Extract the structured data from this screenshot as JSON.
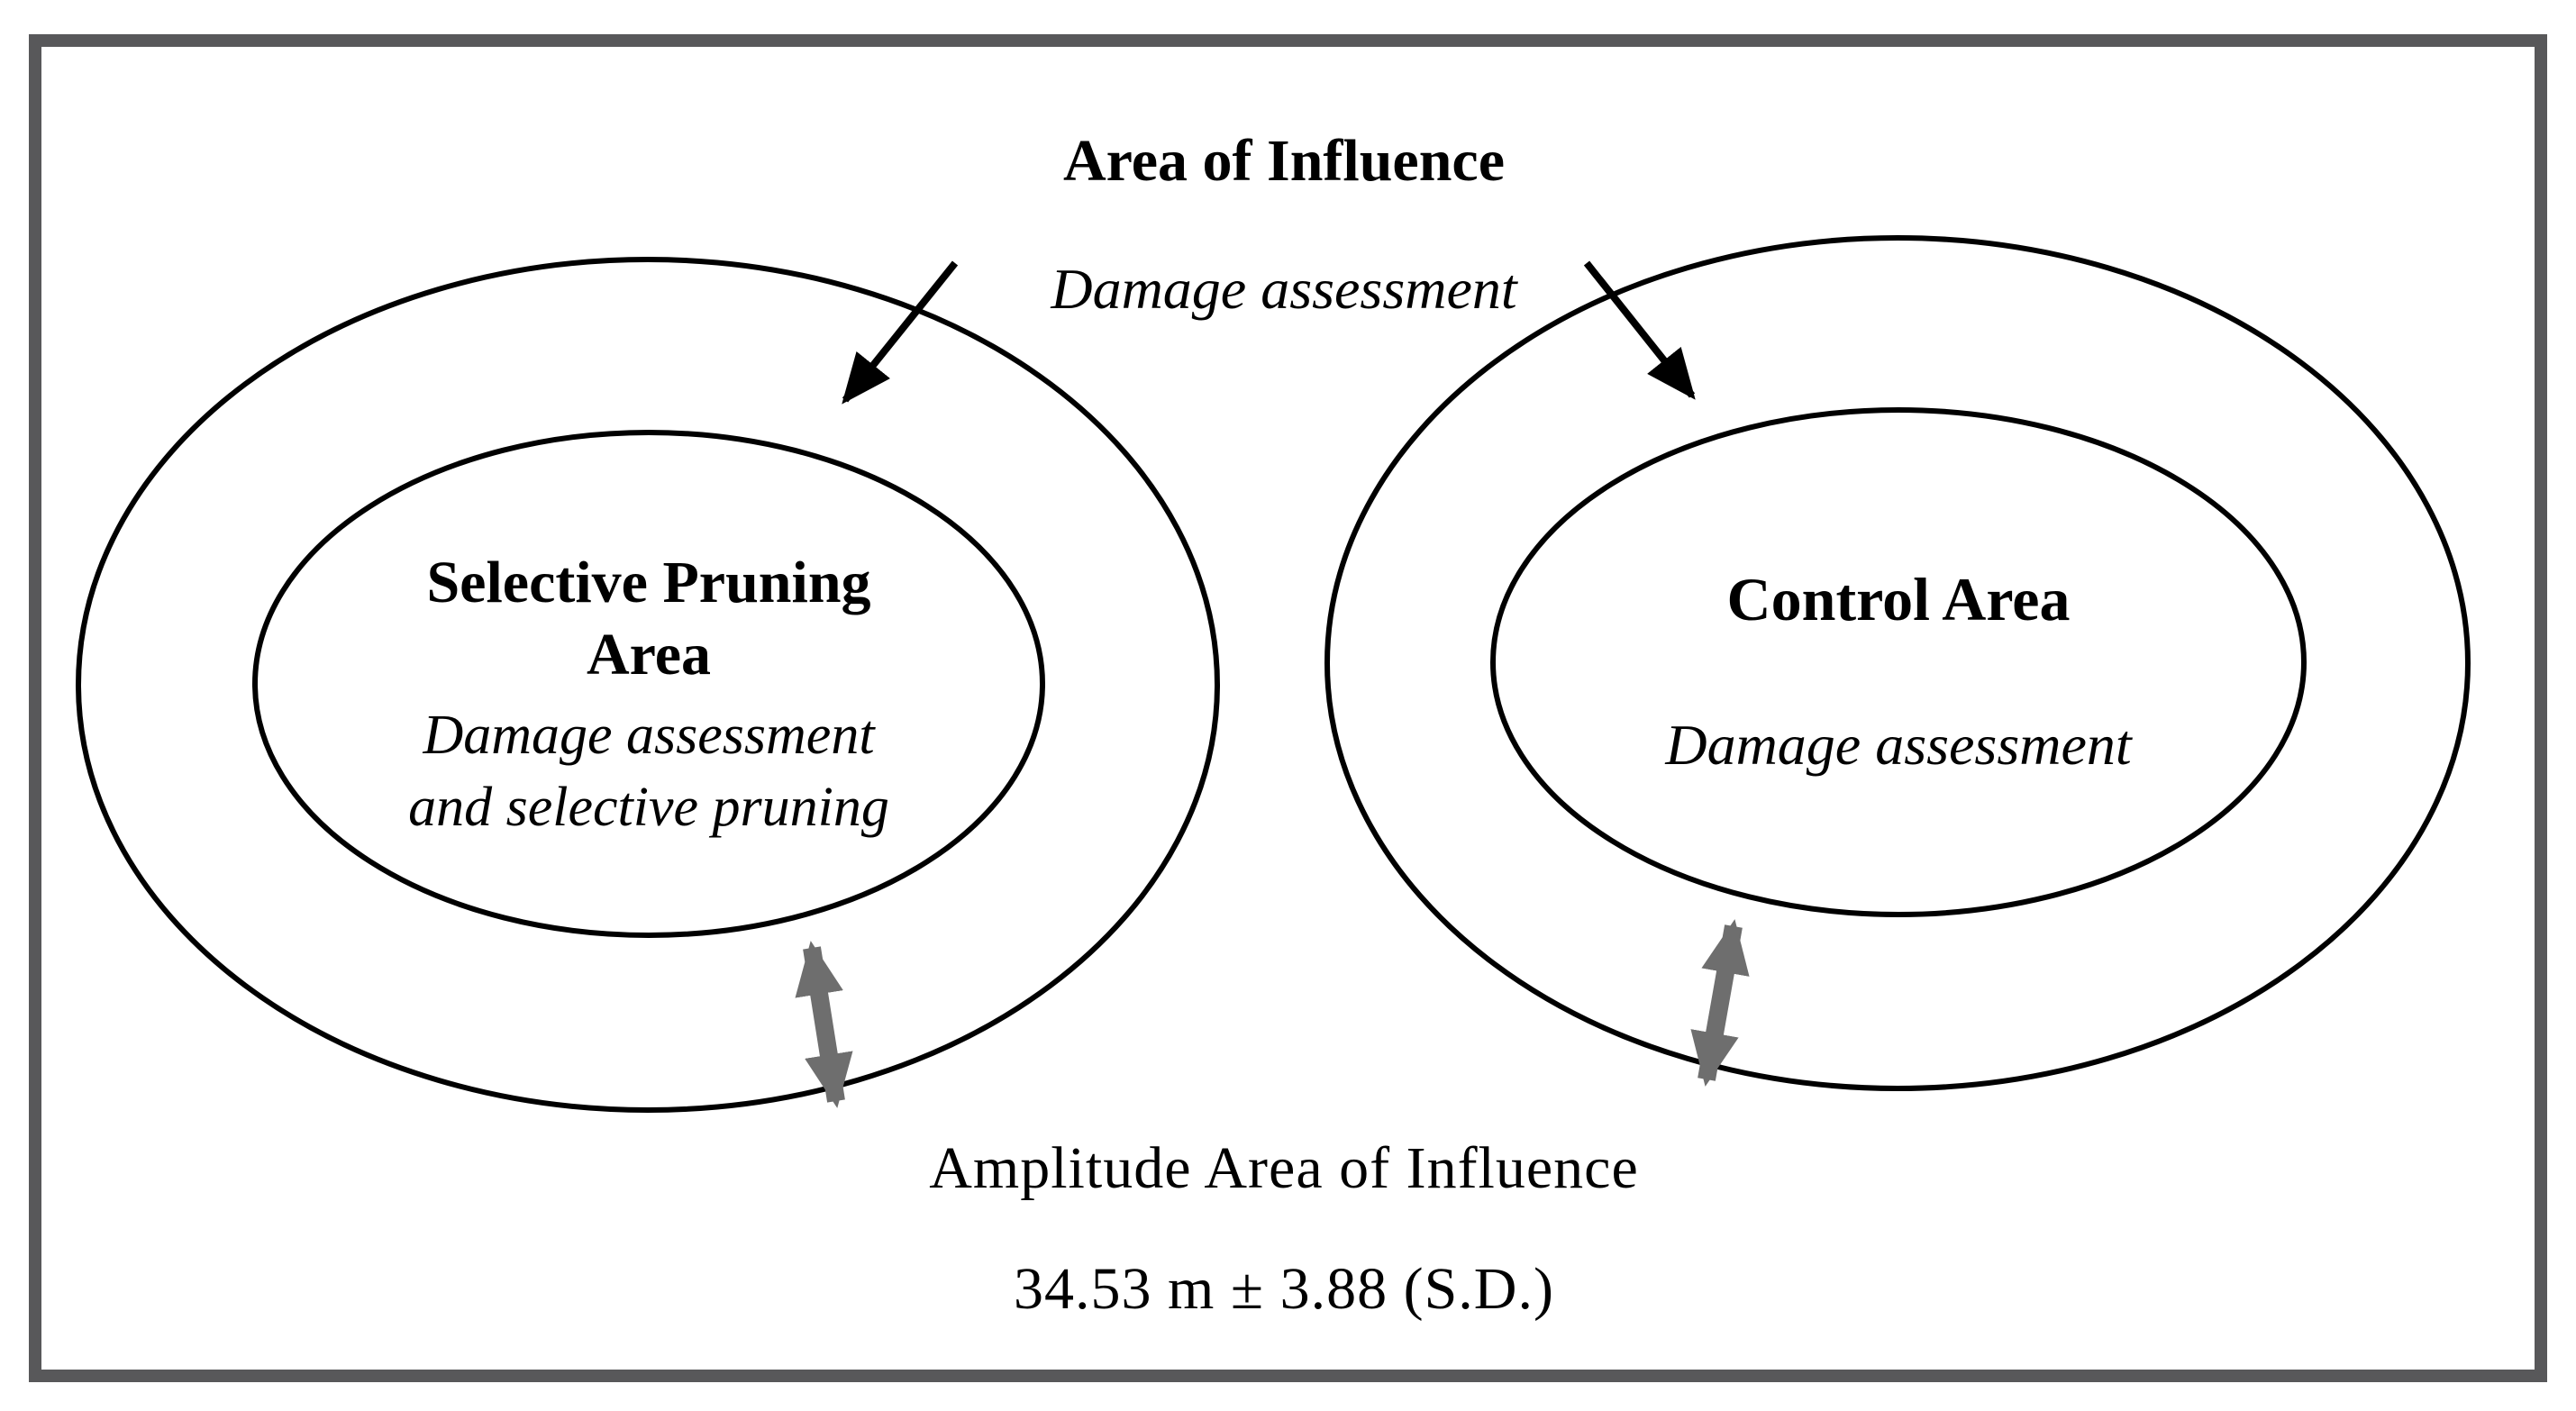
{
  "figure": {
    "title": "Area of Influence",
    "top_annotation": "Damage assessment",
    "left_group": {
      "inner_title_line1": "Selective Pruning",
      "inner_title_line2": "Area",
      "inner_note_line1": "Damage assessment",
      "inner_note_line2": "and selective pruning"
    },
    "right_group": {
      "inner_title": "Control Area",
      "inner_note": "Damage assessment"
    },
    "bottom_label": "Amplitude Area of Influence",
    "bottom_value": "34.53 m ± 3.88 (S.D.)",
    "colors": {
      "ink": "#000000",
      "frame_gray": "#58585a",
      "arrow_gray": "#6e6e6e",
      "background": "#ffffff"
    }
  }
}
